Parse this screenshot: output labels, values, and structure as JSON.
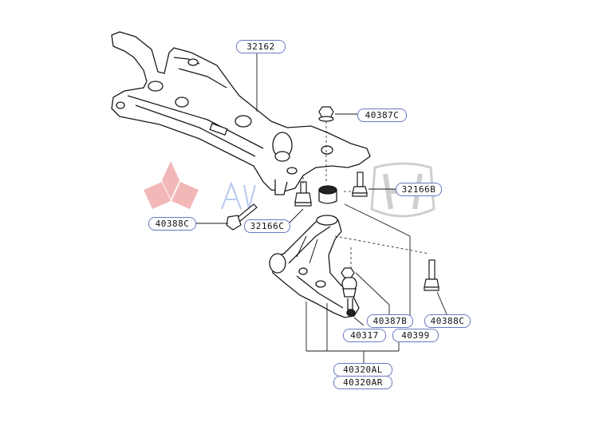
{
  "parts": {
    "crossmember": "32162",
    "bolt_upper_right": "40387C",
    "bushing_bolt_right": "32166B",
    "bolt_left": "40388C",
    "bushing_bolt_left": "32166C",
    "bolt_far_right": "40388C",
    "ball_joint_bolt": "40387B",
    "ball_joint": "40317",
    "bushing": "40399",
    "arm_left": "40320AL",
    "arm_right": "40320AR"
  },
  "colors": {
    "outline": "#1a1a1a",
    "label_border": "#6a78c0",
    "mitsubishi_red": "#f2b8b8",
    "honda_gray": "#cfcfcf",
    "watermark_blue": "#b6c8f0"
  }
}
